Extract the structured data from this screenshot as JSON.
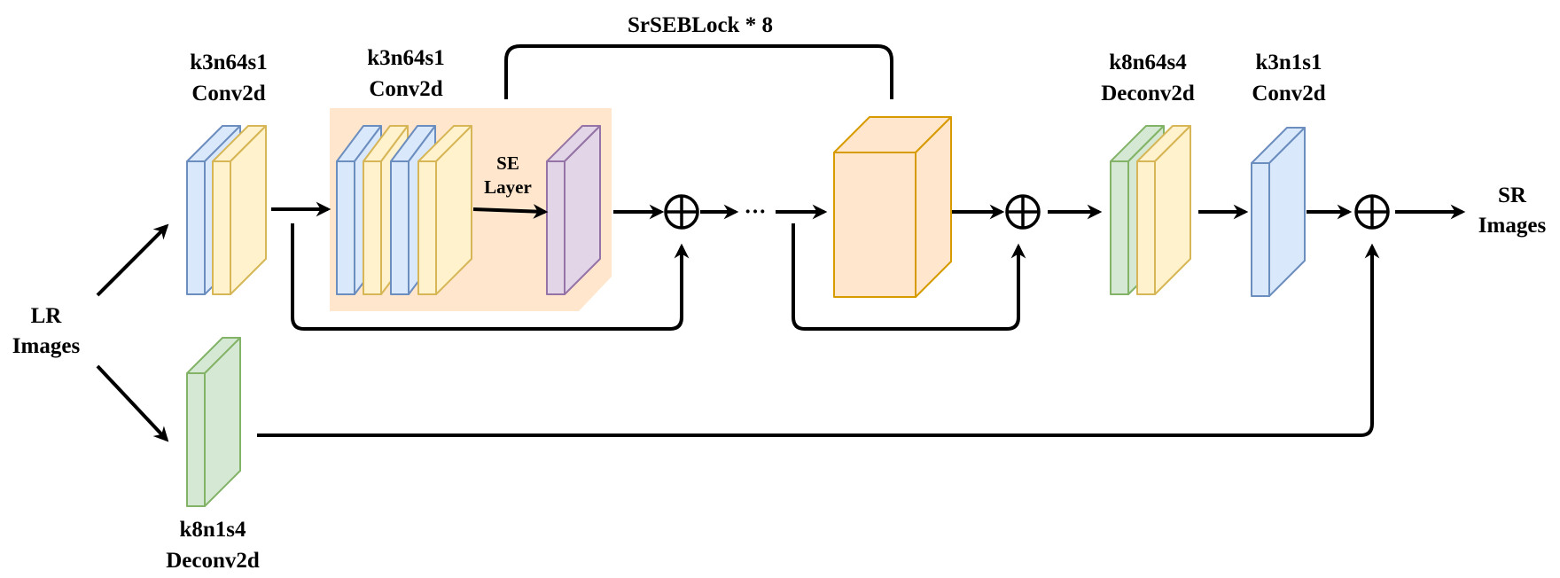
{
  "labels": {
    "lr_line1": "LR",
    "lr_line2": "Images",
    "sr_line1": "SR",
    "sr_line2": "Images",
    "conv1_line1": "k3n64s1",
    "conv1_line2": "Conv2d",
    "conv2_line1": "k3n64s1",
    "conv2_line2": "Conv2d",
    "se_line1": "SE",
    "se_line2": "Layer",
    "srse_block": "SrSEBLock * 8",
    "deconv1_line1": "k8n64s4",
    "deconv1_line2": "Deconv2d",
    "conv3_line1": "k3n1s1",
    "conv3_line2": "Conv2d",
    "deconv2_line1": "k8n1s4",
    "deconv2_line2": "Deconv2d",
    "ellipsis": "···"
  },
  "colors": {
    "blue_fill": "#dae8fc",
    "blue_stroke": "#6c8ebf",
    "yellow_fill": "#fff2cc",
    "yellow_stroke": "#d6b656",
    "green_fill": "#d5e8d4",
    "green_stroke": "#82b366",
    "purple_fill": "#e1d5e7",
    "purple_stroke": "#9673a6",
    "orange_fill": "#ffe6cc",
    "orange_stroke": "#d79b00",
    "block_bg": "#ffe6cc"
  }
}
